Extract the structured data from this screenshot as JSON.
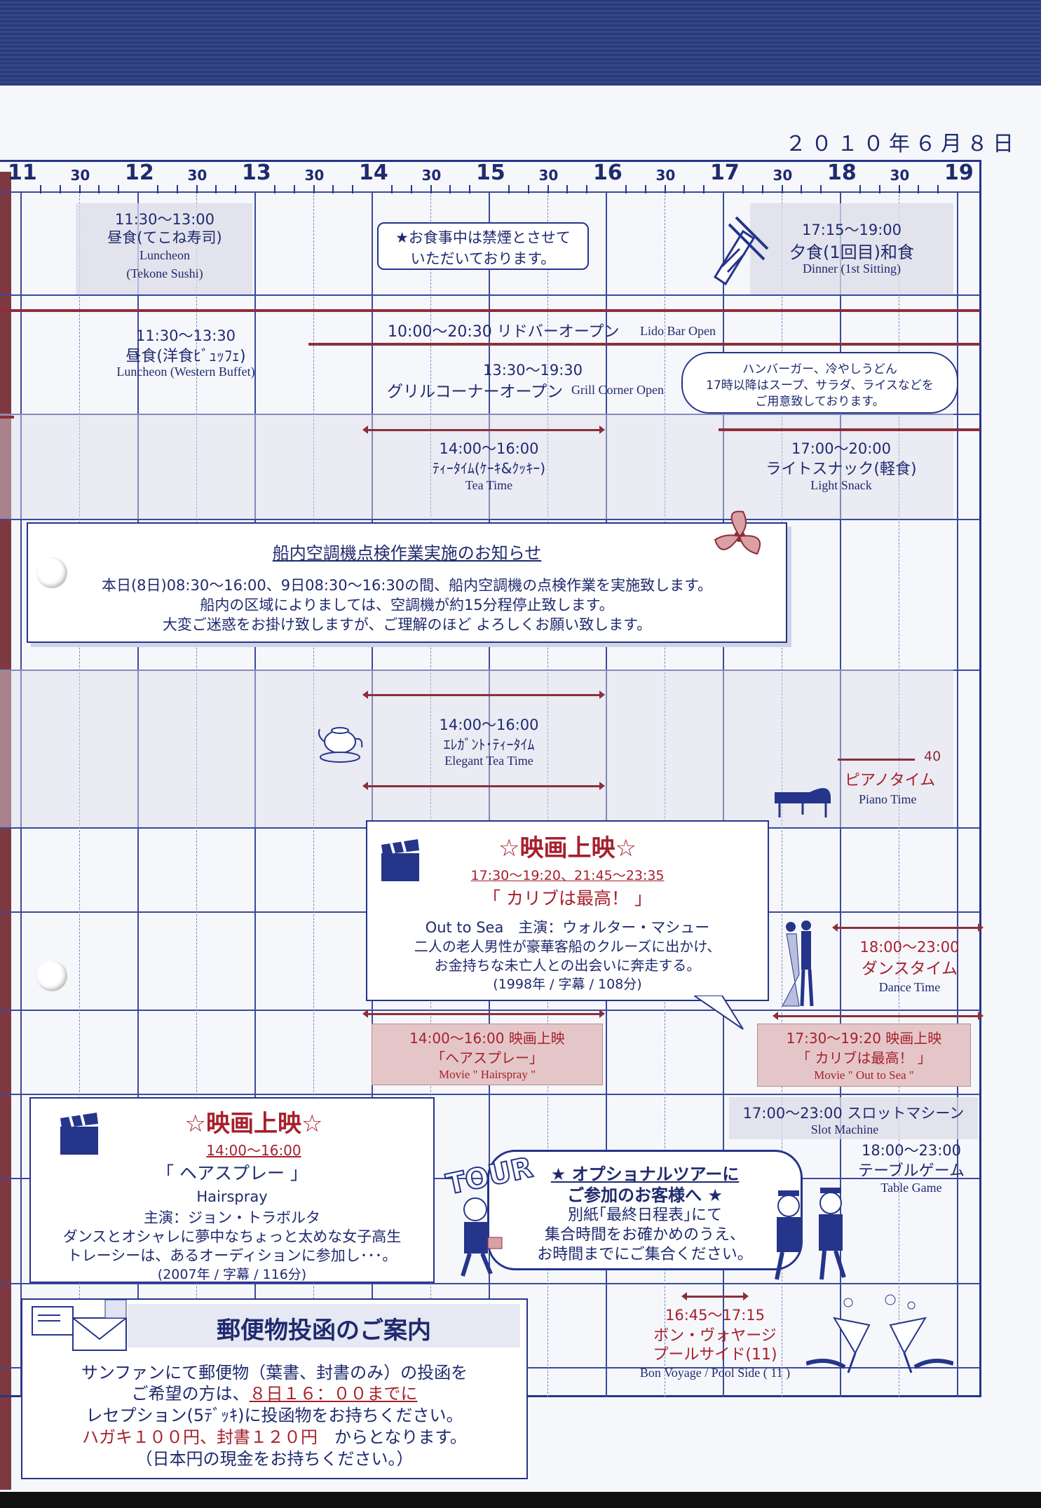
{
  "date": "２０１０年６月８日",
  "timeline": {
    "hours": [
      "11",
      "12",
      "13",
      "14",
      "15",
      "16",
      "17",
      "18",
      "19"
    ],
    "half_label": "30"
  },
  "events": {
    "lunch_tekone": {
      "time": "11:30〜13:00",
      "jp": "昼食(てこね寿司)",
      "en1": "Luncheon",
      "en2": "(Tekone Sushi)"
    },
    "no_smoking": {
      "line1": "★お食事中は禁煙とさせて",
      "line2": "いただいております。"
    },
    "dinner": {
      "time": "17:15〜19:00",
      "jp": "夕食(1回目)和食",
      "en": "Dinner (1st Sitting)"
    },
    "lunch_buffet": {
      "time": "11:30〜13:30",
      "jp": "昼食(洋食ﾋﾞｭｯﾌｪ)",
      "en": "Luncheon (Western Buffet)"
    },
    "lido_bar": {
      "time_jp": "10:00〜20:30 リドバーオープン",
      "en": "Lido Bar Open"
    },
    "grill": {
      "time": "13:30〜19:30",
      "jp": "グリルコーナーオープン",
      "en": "Grill Corner Open"
    },
    "grill_bubble": {
      "line1": "ハンバーガー、冷やしうどん",
      "line2": "17時以降はスープ、サラダ、ライスなどを",
      "line3": "ご用意致しております。"
    },
    "tea_time": {
      "time": "14:00〜16:00",
      "jp": "ﾃｨｰﾀｲﾑ(ｹｰｷ&ｸｯｷｰ)",
      "en": "Tea Time"
    },
    "light_snack": {
      "time": "17:00〜20:00",
      "jp": "ライトスナック(軽食)",
      "en": "Light Snack"
    },
    "elegant_tea": {
      "time": "14:00〜16:00",
      "jp": "ｴﾚｶﾞﾝﾄ･ﾃｨｰﾀｲﾑ",
      "en": "Elegant Tea Time"
    },
    "piano": {
      "min": "40",
      "jp": "ピアノタイム",
      "en": "Piano Time"
    },
    "dance": {
      "time": "18:00〜23:00",
      "jp": "ダンスタイム",
      "en": "Dance Time"
    },
    "movie_hairspray_slot": {
      "line1": "14:00〜16:00 映画上映",
      "line2": "「ヘアスプレー」",
      "line3": "Movie \" Hairspray \""
    },
    "movie_caribbean_slot": {
      "line1": "17:30〜19:20 映画上映",
      "line2": "「 カリブは最高！ 」",
      "line3": "Movie \" Out to Sea \""
    },
    "slot_machine": {
      "jp": "17:00〜23:00 スロットマシーン",
      "en": "Slot Machine"
    },
    "table_game": {
      "time": "18:00〜23:00",
      "jp": "テーブルゲーム",
      "en": "Table Game"
    },
    "bon_voyage": {
      "time": "16:45〜17:15",
      "jp1": "ボン・ヴォヤージ",
      "jp2": "プールサイド(11)",
      "en": "Bon Voyage / Pool Side ( 11 )"
    }
  },
  "aircon_notice": {
    "title": "船内空調機点検作業実施のお知らせ",
    "line1": "本日(8日)08:30〜16:00、9日08:30〜16:30の間、船内空調機の点検作業を実施致します。",
    "line2": "船内の区域によりましては、空調機が約15分程停止致します。",
    "line3": "大変ご迷惑をお掛け致しますが、ご理解のほど よろしくお願い致します。"
  },
  "movie1": {
    "heading": "☆映画上映☆",
    "times": "17:30〜19:20、21:45〜23:35",
    "title_jp": "「 カリブは最高！ 」",
    "cast": "Out to Sea　主演：ウォルター・マシュー",
    "desc1": "二人の老人男性が豪華客船のクルーズに出かけ、",
    "desc2": "お金持ちな未亡人との出会いに奔走する。",
    "info": "(1998年 / 字幕 / 108分)"
  },
  "movie2": {
    "heading": "☆映画上映☆",
    "times": "14:00〜16:00",
    "title_jp": "「 ヘアスプレー 」",
    "title_en": "Hairspray",
    "cast": "主演：ジョン・トラボルタ",
    "desc1": "ダンスとオシャレに夢中なちょっと太めな女子高生",
    "desc2": "トレーシーは、あるオーディションに参加し･･･。",
    "info": "(2007年 / 字幕 / 116分)"
  },
  "tour": {
    "logo": "TOUR",
    "line1": "★ オプショナルツアーに",
    "line2": "ご参加のお客様へ ★",
    "line3": "別紙｢最終日程表｣にて",
    "line4": "集合時間をお確かめのうえ、",
    "line5": "お時間までにご集合ください。"
  },
  "mail": {
    "title": "郵便物投函のご案内",
    "line1": "サンファンにて郵便物（葉書、封書のみ）の投函を",
    "line2a": "ご希望の方は、",
    "line2b": "８日１６：００までに",
    "line3": "レセプション(5ﾃﾞｯｷ)に投函物をお持ちください。",
    "line4a": "ハガキ１００円、封書１２０円",
    "line4b": "からとなります。",
    "line5": "（日本円の現金をお持ちください。）"
  },
  "colors": {
    "navy": "#25358a",
    "maroon": "#8b2f3a",
    "pink": "#e4c6c8"
  }
}
